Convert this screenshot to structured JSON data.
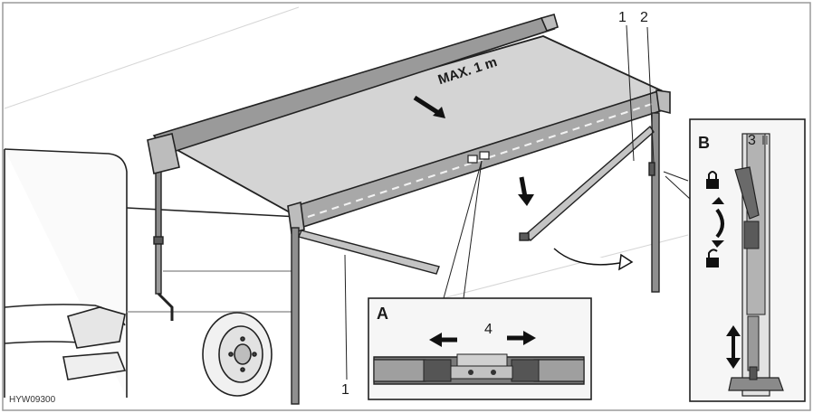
{
  "figure_code": "HYW09300",
  "max_label": "MAX. 1 m",
  "callouts": {
    "rafter_arm_left": "1",
    "rafter_arm_right": "1",
    "support_leg_right": "2",
    "lock_lever": "3",
    "coupling_clamp": "4"
  },
  "insets": {
    "a": "A",
    "b": "B"
  },
  "colors": {
    "line": "#222222",
    "fabric": "#d4d4d4",
    "metal": "#8a8a8a",
    "dark_metal": "#5a5a5a",
    "frame": "#9a9a9a"
  }
}
